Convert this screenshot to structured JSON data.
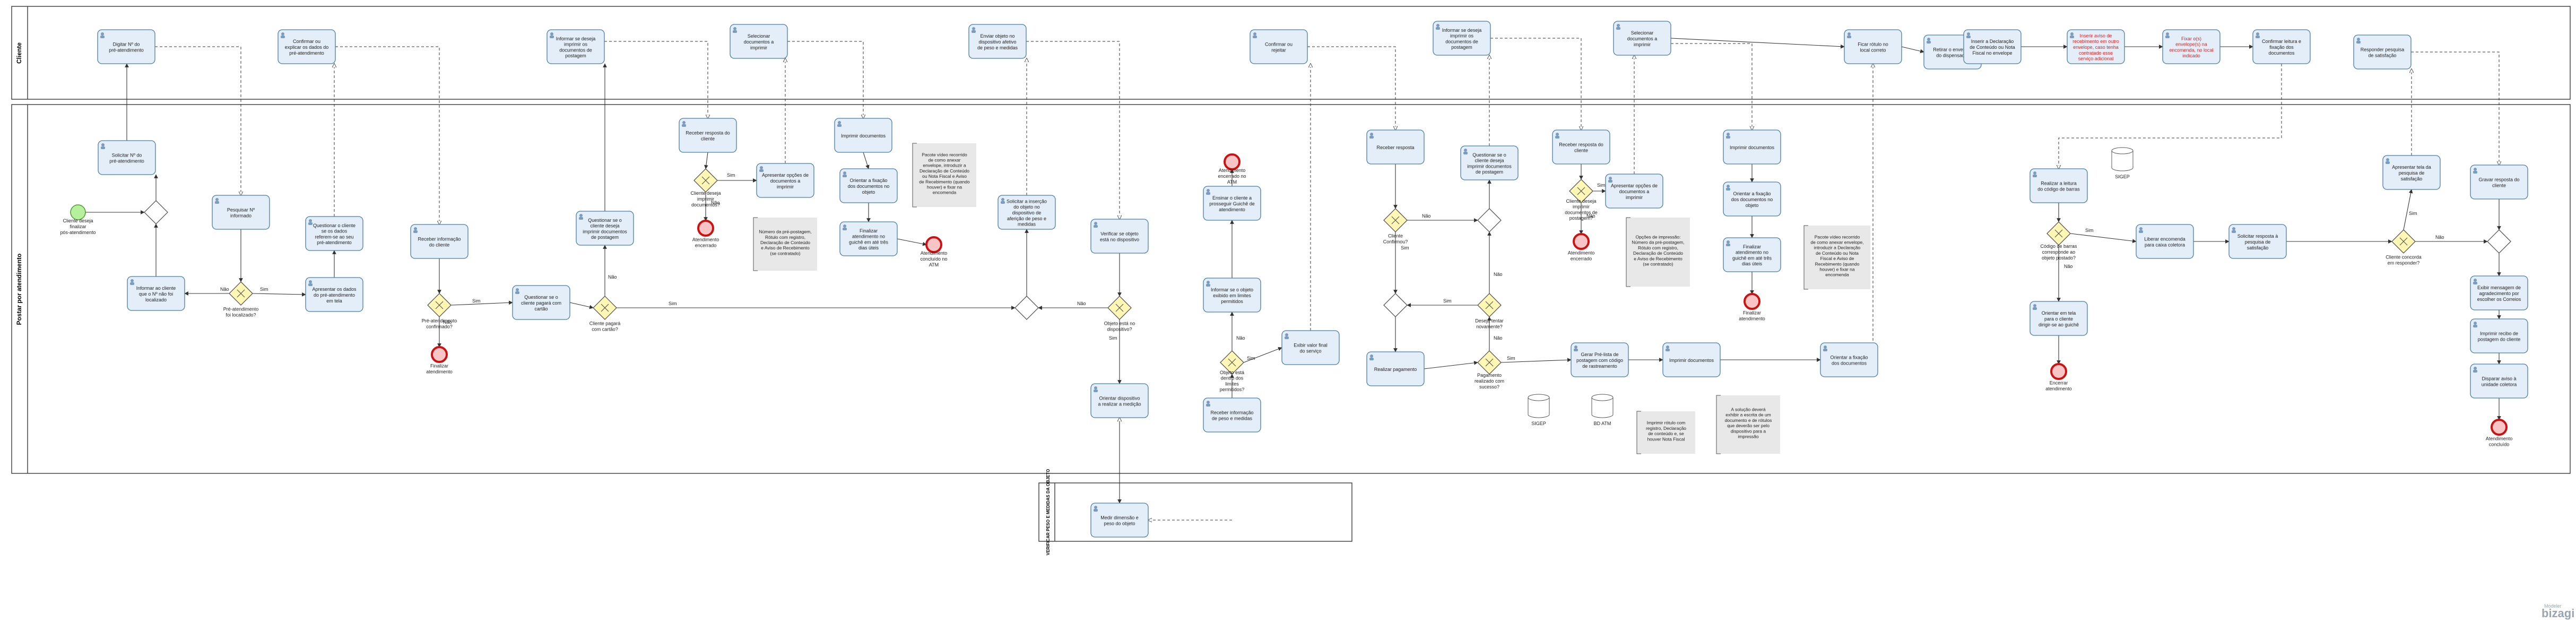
{
  "pools": {
    "cliente": "Cliente",
    "postagem": "Postar por atendimento",
    "medidas": "VERIFICAR PESO E MEDIDAS DA OBJETO"
  },
  "start_label": "Cliente deseja finalizar pós-atendimento",
  "tasks_client": [
    "Digitar Nº do pré-atendimento",
    "Confirmar ou explicar os dados do pré-atendimento",
    "Informar se deseja imprimir os documentos de postagem",
    "Selecionar documentos a imprimir",
    "Enviar objeto no dispositivo afetivo de peso e medidas",
    "Confirmar ou rejeitar",
    "Informar se deseja imprimir os documentos de postagem",
    "Selecionar documentos a imprimir",
    "Ficar rótulo no local correto",
    "Retirar o envelope do dispensador",
    "Inserir a Declaração de Conteúdo ou Nota Fiscal no envelope",
    "Inserir aviso de recebimento em outro envelope, caso tenha contratado esse serviço adicional",
    "Fixar o(s) envelope(s) na encomenda, no local indicado",
    "Confirmar leitura e fixação dos documentos",
    "Responder pesquisa de satisfação"
  ],
  "tasks_main": [
    "Solicitar Nº do pré-atendimento",
    "Pesquisar Nº informado",
    "Informar ao cliente que o Nº não foi localizado",
    "Questionar o cliente se os dados referem-se ao seu pré-atendimento",
    "Apresentar os dados do pré-atendimento em tela",
    "Receber informação do cliente",
    "Questionar se o cliente pagará com cartão",
    "Questionar se o cliente deseja imprimir documentos de postagem",
    "Receber resposta do cliente",
    "Apresentar opções de documentos a imprimir",
    "Imprimir documentos",
    "Orientar a fixação dos documentos no objeto",
    "Finalizar atendimento no guichê em até três dias úteis",
    "Solicitar a inserção do objeto no dispositivo de aferição de peso e medidas",
    "Verificar se objeto está no dispositivo",
    "Ensinar o cliente a prosseguir Guichê de atendimento",
    "Informar se o objeto exibido em limites permitidos",
    "Exibir valor final do serviço",
    "Receber informação de peso e medidas",
    "Orientar dispositivo a realizar a medição",
    "Receber resposta",
    "Questionar se o cliente deseja imprimir documentos de postagem",
    "Receber resposta do cliente",
    "Apresentar opções de documentos a imprimir",
    "Realizar pagamento",
    "Gerar Pré-lista de postagem com código de rastreamento",
    "Imprimir documentos",
    "Imprimir documentos",
    "Orientar a fixação dos documentos no objeto",
    "Finalizar atendimento no guichê em até três dias úteis",
    "Orientar a fixação dos documentos",
    "Realizar a leitura do código de barras",
    "Orientar em tela para o cliente dirigir-se ao guichê",
    "Liberar encomenda para caixa coletora",
    "Solicitar resposta à pesquisa de satisfação",
    "Apresentar tela da pesquisa de satisfação",
    "Gravar resposta do cliente",
    "Exibir mensagem de agradecimento por escolher os Correios",
    "Imprimir recibo de postagem do cliente",
    "Disparar aviso à unidade coletora"
  ],
  "task_medidas": "Medir dimensão e peso do objeto",
  "gateways": [
    "Pré-atendimento foi localizado?",
    "Pré-atendimento confirmado?",
    "Cliente pagará com cartão?",
    "Cliente deseja imprimir documentos?",
    "Objeto está no dispositivo?",
    "Objeto está dentro dos limites permitidos?",
    "Cliente Confirmou?",
    "Deseja tentar novamente?",
    "Pagamento realizado com sucesso?",
    "Cliente deseja imprimir documentos de postagem?",
    "Código de barras corresponde ao objeto postado?",
    "Cliente concorda em responder?"
  ],
  "ends": [
    "Finalizar atendimento",
    "Atendimento encerrado",
    "Atendimento concluído no ATM",
    "Atendimento encerrado no ATM",
    "Atendimento encerrado",
    "Finalizar atendimento",
    "Encerrar atendimento",
    "Atendimento concluído"
  ],
  "flow_labels": {
    "sim": "Sim",
    "nao": "Não"
  },
  "annotations": [
    "Número da pré-postagem, Rótulo com registro, Declaração de Conteúdo e Aviso de Recebimento (se contratado)",
    "Pacote vídeo recorrido de como anexar envelope, introduzir a Declaração de Conteúdo ou Nota Fiscal e Aviso de Recebimento (quando houver) e fixar na encomenda",
    "Opções de impressão: Número da pré-postagem, Rótulo com registro, Declaração de Conteúdo e Aviso de Recebimento (se contratado)",
    "Pacote vídeo recorrido de como anexar envelope, introduzir a Declaração de Conteúdo ou Nota Fiscal e Aviso de Recebimento (quando houver) e fixar na encomenda",
    "Imprimir rótulo com registro, Declaração de conteúdo e, se houver Nota Fiscal",
    "A solução deverá exhibir a escrita de um documento e de rótulos que deverão ser pelo dispositivo para a impressão"
  ],
  "datastores": [
    "SIGEP",
    "BD ATM",
    "SIGEP"
  ],
  "logo": "bizagi",
  "logo_caption": "Modeler",
  "colors": {
    "task_fill": "#e3eef8",
    "task_stroke": "#4a7da8",
    "gateway_fill": "#fff7b3",
    "start_fill": "#b6f09c",
    "end_stroke": "#cc1111",
    "end_fill": "#f7c5c5",
    "annotation_fill": "#e8e8e8",
    "red_text": "#e02020"
  }
}
